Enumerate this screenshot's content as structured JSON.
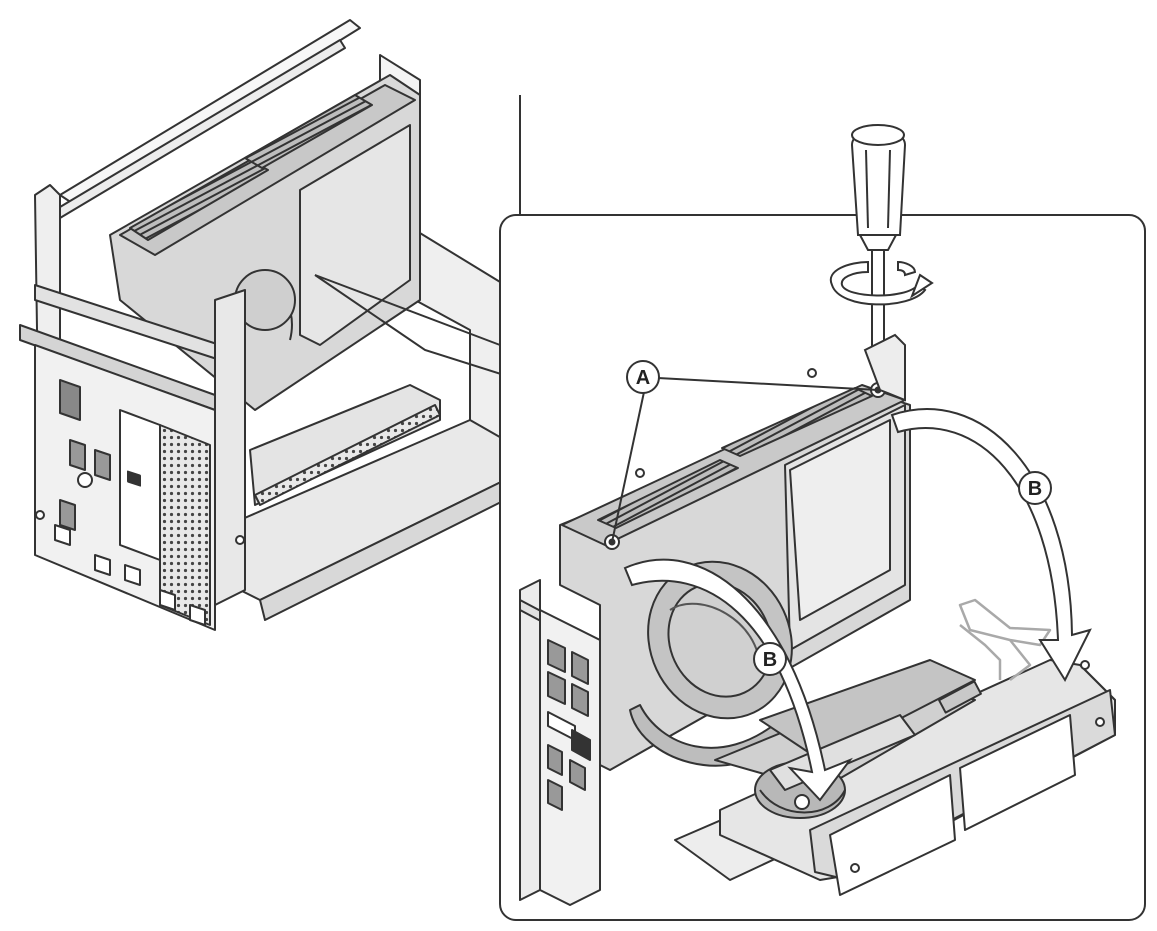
{
  "diagram": {
    "callouts": {
      "a": "A",
      "b_right": "B",
      "b_left": "B"
    },
    "colors": {
      "line": "#333333",
      "part_fill": "#dcdcdc",
      "part_dark": "#8a8a8a",
      "frame_fill": "#f2f2f2",
      "ghost": "#a9a9a9"
    }
  }
}
